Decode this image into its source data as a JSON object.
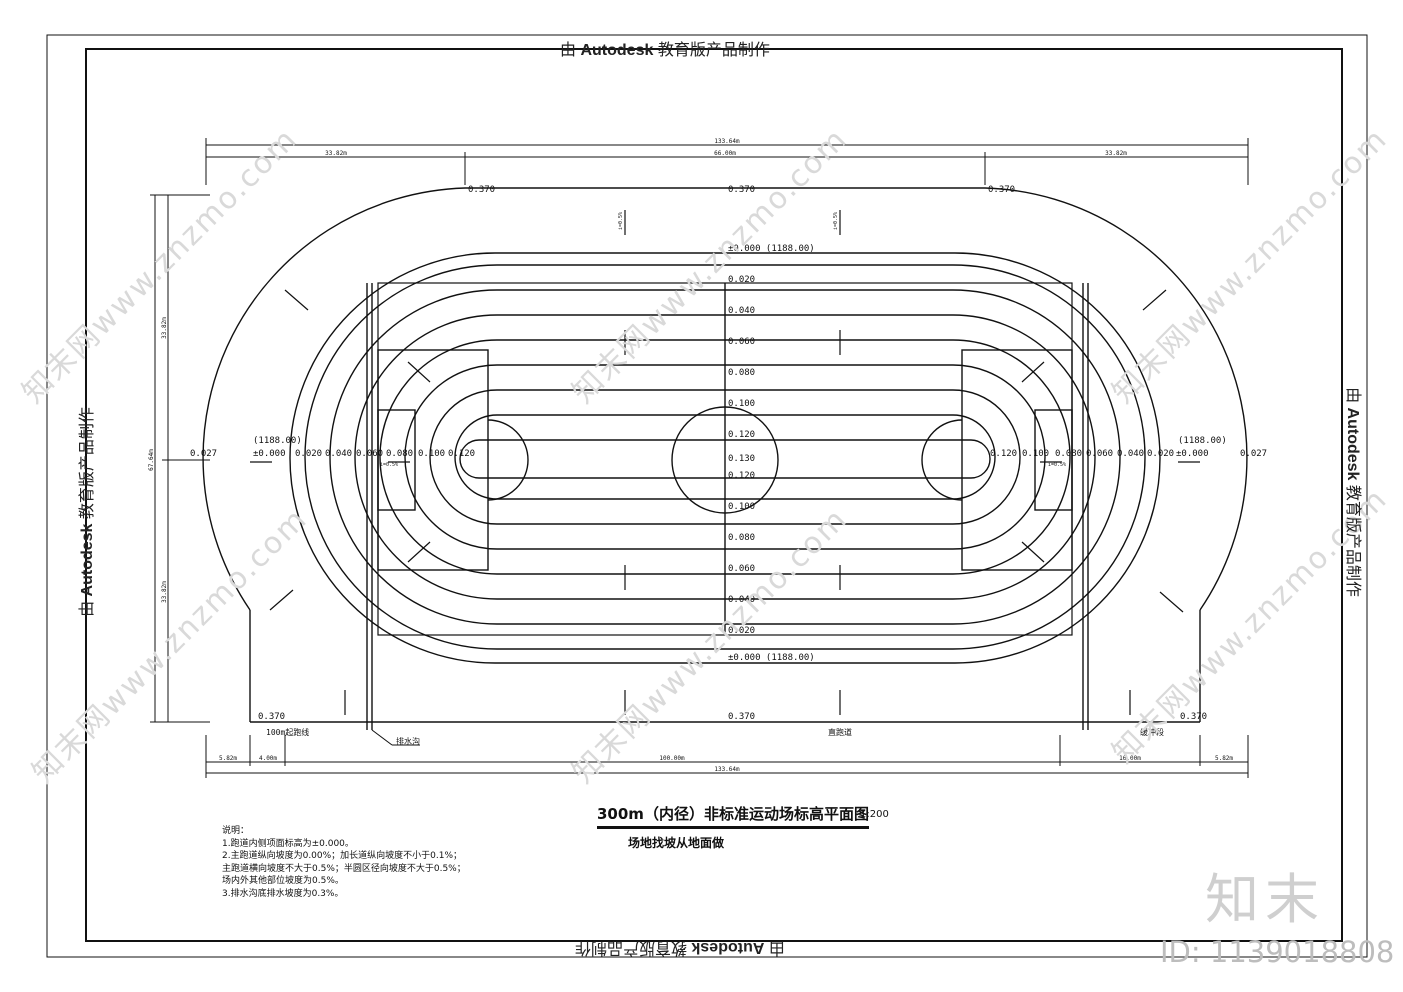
{
  "stamps": {
    "top_prefix": "由",
    "brand": "Autodesk",
    "top_suffix": "教育版产品制作"
  },
  "watermark": {
    "text": "知末网www.znzmo.com",
    "brand": "知末",
    "id_label": "ID: 1139018808"
  },
  "dimensions": {
    "overall_top": "133.64m",
    "left_seg": "33.82m",
    "center_seg": "66.00m",
    "right_seg": "33.82m",
    "overall_left": "67.64m",
    "left_upper": "33.82m",
    "left_lower": "33.82m",
    "bottom_a": "5.82m",
    "bottom_b": "4.00m",
    "bottom_c": "100.00m",
    "bottom_d": "16.00m",
    "bottom_e": "5.82m",
    "overall_bottom": "133.64m"
  },
  "elevations": {
    "top_left": "0.370",
    "top_center": "0.370",
    "top_right": "0.370",
    "bottom_left": "0.370",
    "bottom_center": "0.370",
    "bottom_right": "0.370",
    "datum_top": "±0.000 (1188.00)",
    "datum_bottom": "±0.000 (1188.00)",
    "center_col": [
      "0.020",
      "0.040",
      "0.060",
      "0.080",
      "0.100",
      "0.120",
      "0.130",
      "0.120",
      "0.100",
      "0.080",
      "0.060",
      "0.040",
      "0.020"
    ],
    "left_row": [
      "0.027",
      "±0.000",
      "0.020",
      "0.040",
      "0.060",
      "0.080",
      "0.100",
      "0.120"
    ],
    "left_paren": "(1188.00)",
    "right_row": [
      "0.120",
      "0.100",
      "0.080",
      "0.060",
      "0.040",
      "0.020",
      "±0.000",
      "0.027"
    ],
    "right_paren": "(1188.00)"
  },
  "zones": {
    "start_100m": "100m起跑线",
    "straight": "直跑道",
    "buffer": "缓冲段",
    "drain": "排水沟",
    "slope_tag": "i=0.5%"
  },
  "title": {
    "main": "300m（内径）非标准运动场标高平面图",
    "scale": "1:200",
    "sub": "场地找坡从地面做"
  },
  "notes": {
    "heading": "说明：",
    "lines": [
      "1.跑道内侧项面标高为±0.000。",
      "2.主跑道纵向坡度为0.00%；加长道纵向坡度不小于0.1%；",
      "   主跑道横向坡度不大于0.5%；半圆区径向坡度不大于0.5%；",
      "   场内外其他部位坡度为0.5%。",
      "3.排水沟底排水坡度为0.3%。"
    ]
  }
}
